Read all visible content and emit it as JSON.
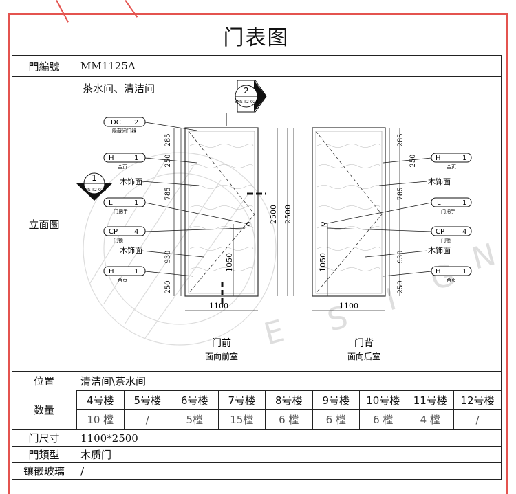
{
  "title": "门表图",
  "rows": {
    "door_no_label": "門編號",
    "door_no_value": "MM1125A",
    "elevation_label": "立面圖",
    "position_label": "位置",
    "position_value": "清洁间\\茶水间",
    "quantity_label": "数量",
    "size_label": "门尺寸",
    "size_value": "1100*2500",
    "type_label": "門類型",
    "type_value": "木质门",
    "glass_label": "镶嵌玻璃",
    "glass_value": "/"
  },
  "buildings": [
    "4号楼",
    "5号楼",
    "6号楼",
    "7号楼",
    "8号楼",
    "9号楼",
    "10号楼",
    "11号楼",
    "12号楼"
  ],
  "counts": [
    "10  樘",
    "/",
    "5樘",
    "15樘",
    "6  樘",
    "6  樘",
    "6  樘",
    "4  樘",
    "/"
  ],
  "drawing": {
    "room": "茶水间、清洁间",
    "section_tag_2": "2",
    "section_ref_2": "SNS-T2-028",
    "section_tag_1": "1",
    "section_ref_1": "SNS-T2-028",
    "front_title": "门前",
    "front_sub": "面向前室",
    "back_title": "门背",
    "back_sub": "面向后室",
    "width_dim": "1100",
    "height_dim": "2500",
    "handle_dim": "1050",
    "dims_left": [
      "285",
      "250",
      "785",
      "930",
      "250"
    ],
    "dims_right": [
      "285",
      "250",
      "785",
      "930",
      "250"
    ],
    "tag_dc": {
      "code": "DC",
      "num": "2",
      "note": "隐藏闭门器"
    },
    "tag_h": {
      "code": "H",
      "num": "1",
      "note": "合页"
    },
    "tag_l": {
      "code": "L",
      "num": "1",
      "note": "门把手"
    },
    "tag_cp": {
      "code": "CP",
      "num": "4",
      "note": "门锁"
    },
    "finish": "木饰面"
  }
}
